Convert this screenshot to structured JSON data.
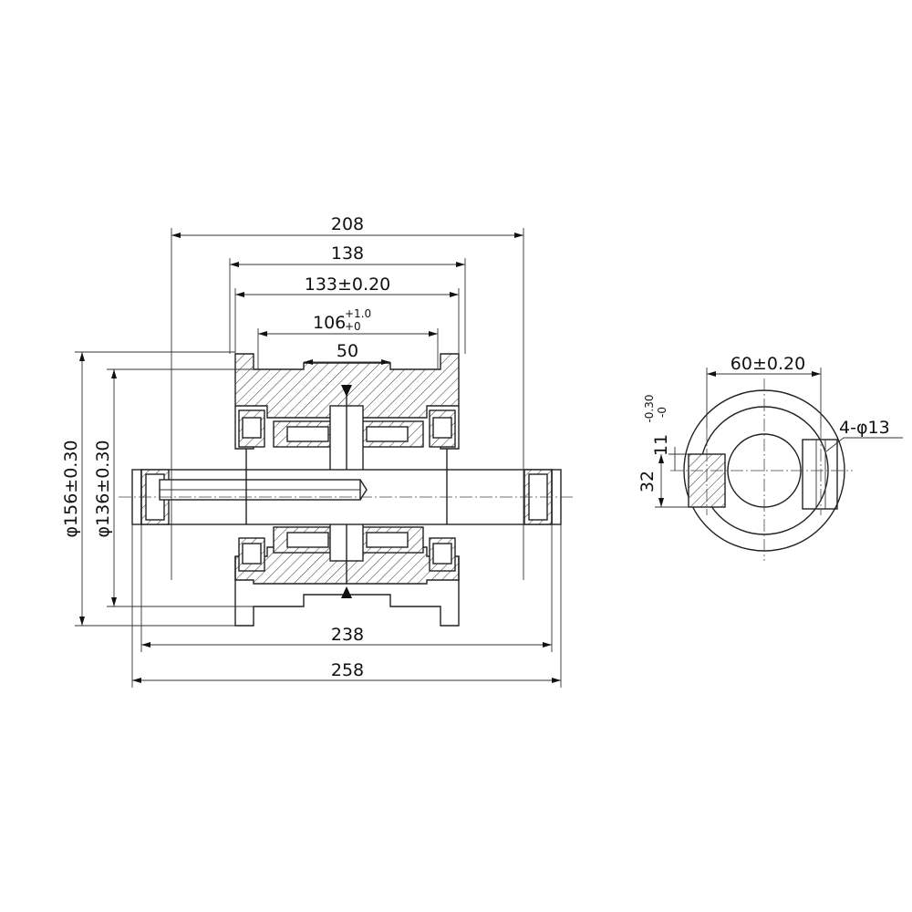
{
  "dimensions": {
    "d208": "208",
    "d138": "138",
    "d133": "133±0.20",
    "d106_base": "106",
    "d106_upper": "+1.0",
    "d106_lower": "+0",
    "d50": "50",
    "d238": "238",
    "d258": "258",
    "d156": "φ156±0.30",
    "d136": "φ136±0.30",
    "d60": "60±0.20",
    "d11_base": "11",
    "d11_tol": "-0.30",
    "d11_tol2": "-0",
    "d32": "32",
    "holes": "4-φ13"
  }
}
